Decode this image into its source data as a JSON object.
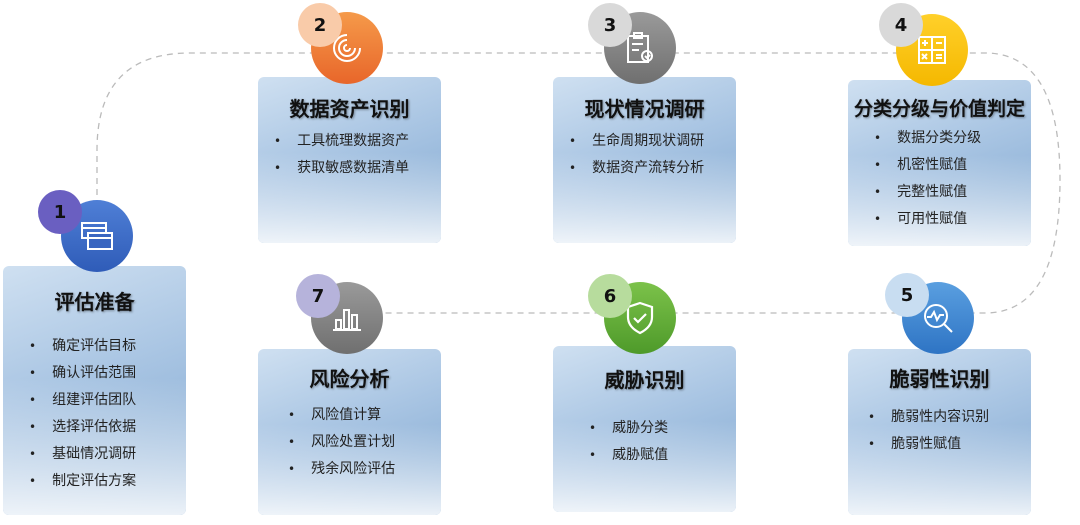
{
  "colors": {
    "card_dark": "#7ea6d0",
    "card_light": "#cfe0f1"
  },
  "steps": [
    {
      "num": "1",
      "title": "评估准备",
      "icon": "browser-windows-icon",
      "items": [
        "确定评估目标",
        "确认评估范围",
        "组建评估团队",
        "选择评估依据",
        "基础情况调研",
        "制定评估方案"
      ]
    },
    {
      "num": "2",
      "title": "数据资产识别",
      "icon": "radar-arcs-icon",
      "items": [
        "工具梳理数据资产",
        "获取敏感数据清单"
      ]
    },
    {
      "num": "3",
      "title": "现状情况调研",
      "icon": "clipboard-check-icon",
      "items": [
        "生命周期现状调研",
        "数据资产流转分析"
      ]
    },
    {
      "num": "4",
      "title": "分类分级与价值判定",
      "icon": "calculator-icon",
      "items": [
        "数据分类分级",
        "机密性赋值",
        "完整性赋值",
        "可用性赋值"
      ]
    },
    {
      "num": "5",
      "title": "脆弱性识别",
      "icon": "magnify-chart-icon",
      "items": [
        "脆弱性内容识别",
        "脆弱性赋值"
      ]
    },
    {
      "num": "6",
      "title": "威胁识别",
      "icon": "shield-check-icon",
      "items": [
        "威胁分类",
        "威胁赋值"
      ]
    },
    {
      "num": "7",
      "title": "风险分析",
      "icon": "bar-chart-icon",
      "items": [
        "风险值计算",
        "风险处置计划",
        "残余风险评估"
      ]
    }
  ]
}
